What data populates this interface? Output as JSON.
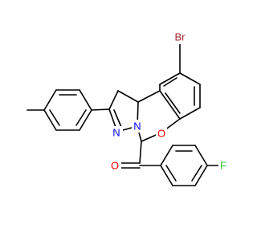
{
  "colors": {
    "background": "#ffffff",
    "bond": "#000000"
  },
  "atoms": {
    "bromine": {
      "text": "Br",
      "color": "#a52a2a"
    },
    "ring_oxygen": {
      "text": "O",
      "color": "#ff0000"
    },
    "carbonyl_oxygen": {
      "text": "O",
      "color": "#ff0000"
    },
    "imine_nitrogen": {
      "text": "N",
      "color": "#0000ff"
    },
    "ring_nitrogen": {
      "text": "N",
      "color": "#0000ff"
    },
    "fluorine": {
      "text": "F",
      "color": "#33cc33"
    }
  }
}
